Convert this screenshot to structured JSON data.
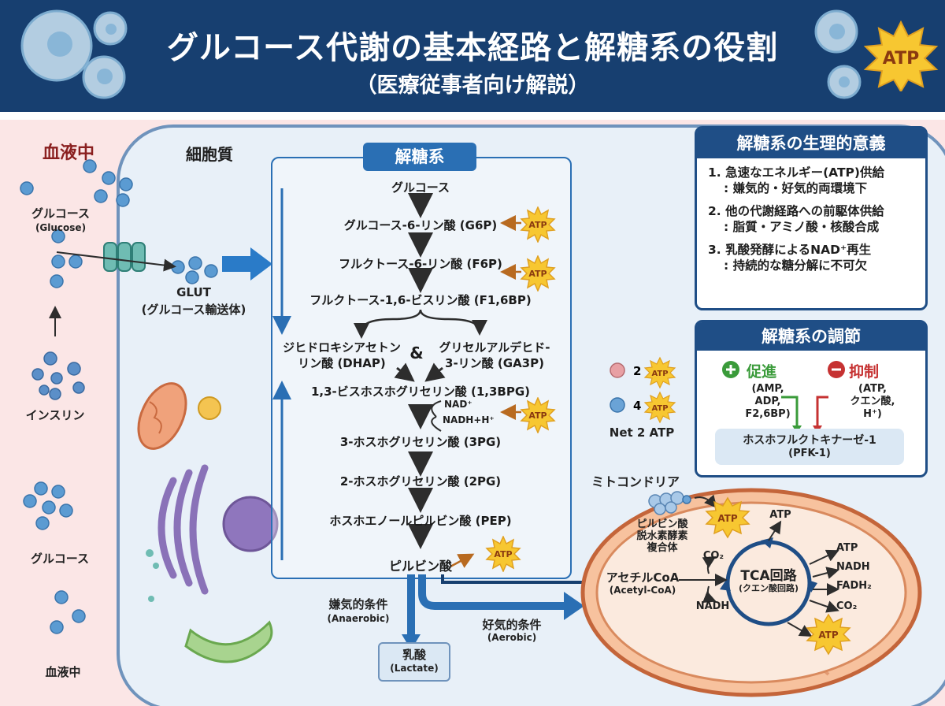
{
  "header": {
    "title": "グルコース代謝の基本経路と解糖系の役割",
    "subtitle": "（医療従事者向け解説）",
    "atp_badge": "ATP"
  },
  "blood": {
    "label_top": "血液中",
    "label_bottom": "血液中",
    "glucose_label": "グルコース",
    "glucose_en": "(Glucose)",
    "glucose_label2": "グルコース",
    "insulin_label": "インスリン"
  },
  "cell": {
    "cytoplasm_label": "細胞質",
    "glut_label": "GLUT",
    "glut_desc": "(グルコース輸送体)"
  },
  "glycolysis": {
    "title": "解糖系",
    "steps": {
      "glucose": "グルコース",
      "g6p": "グルコース-6-リン酸 (G6P)",
      "f6p": "フルクトース-6-リン酸 (F6P)",
      "f16bp": "フルクトース-1,6-ビスリン酸 (F1,6BP)",
      "dhap_1": "ジヒドロキシアセトン",
      "dhap_2": "リン酸 (DHAP)",
      "amp": "&",
      "ga3p_1": "グリセルアルデヒド-",
      "ga3p_2": "3-リン酸 (GA3P)",
      "bpg": "1,3-ビスホスホグリセリン酸 (1,3BPG)",
      "pg3": "3-ホスホグリセリン酸 (3PG)",
      "pg2": "2-ホスホグリセリン酸 (2PG)",
      "pep": "ホスホエノールピルビン酸 (PEP)",
      "pyruvate": "ピルビン酸"
    },
    "nad": "NAD⁺",
    "nadh": "NADH+H⁺",
    "atp": "ATP"
  },
  "yield": {
    "used_count": "2",
    "made_count": "4",
    "atp": "ATP",
    "net": "Net 2 ATP",
    "used_color": "#e8a0a4",
    "made_color": "#6aa3d6"
  },
  "conditions": {
    "anaerobic": "嫌気的条件",
    "anaerobic_en": "(Anaerobic)",
    "aerobic": "好気的条件",
    "aerobic_en": "(Aerobic)",
    "lactate": "乳酸",
    "lactate_en": "(Lactate)"
  },
  "mito": {
    "title": "ミトコンドリア",
    "pdh_1": "ピルビン酸",
    "pdh_2": "脱水素酵素",
    "pdh_3": "複合体",
    "acetyl": "アセチルCoA",
    "acetyl_en": "(Acetyl-CoA)",
    "co2": "CO₂",
    "nadh": "NADH",
    "tca": "TCA回路",
    "tca_en": "(クエン酸回路)",
    "atp": "ATP",
    "out": [
      "ATP",
      "NADH",
      "FADH₂",
      "CO₂"
    ]
  },
  "significance": {
    "title": "解糖系の生理的意義",
    "items": [
      {
        "num": "1.",
        "main": "急速なエネルギー(ATP)供給",
        "sub": ": 嫌気的・好気的両環境下"
      },
      {
        "num": "2.",
        "main": "他の代謝経路への前駆体供給",
        "sub": ": 脂質・アミノ酸・核酸合成"
      },
      {
        "num": "3.",
        "main": "乳酸発酵によるNAD⁺再生",
        "sub": ": 持続的な糖分解に不可欠"
      }
    ]
  },
  "regulation": {
    "title": "解糖系の調節",
    "promote": "促進",
    "promote_list": [
      "(AMP,",
      "ADP,",
      "F2,6BP)"
    ],
    "inhibit": "抑制",
    "inhibit_list": [
      "(ATP,",
      "クエン酸,",
      "H⁺)"
    ],
    "enzyme": "ホスホフルクトキナーゼ-1",
    "enzyme_abbr": "(PFK-1)",
    "promote_color": "#3a9b3a",
    "inhibit_color": "#c63232"
  }
}
